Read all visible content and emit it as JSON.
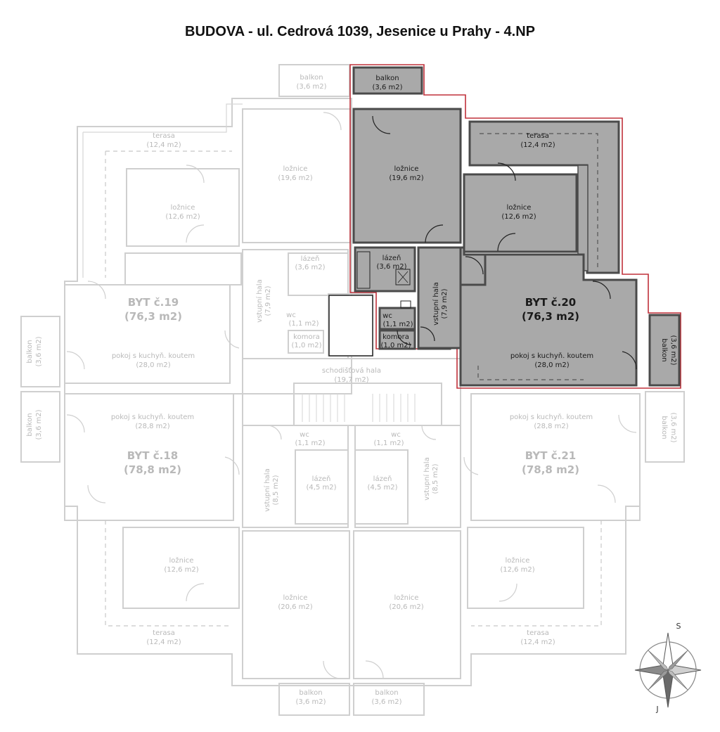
{
  "title": "BUDOVA - ul. Cedrová 1039, Jesenice u Prahy - 4.NP",
  "apartments": {
    "byt19": {
      "name": "BYT č.19",
      "area": "(76,3 m2)"
    },
    "byt20": {
      "name": "BYT č.20",
      "area": "(76,3 m2)"
    },
    "byt18": {
      "name": "BYT č.18",
      "area": "(78,8 m2)"
    },
    "byt21": {
      "name": "BYT č.21",
      "area": "(78,8 m2)"
    }
  },
  "rooms": {
    "balkon_top_left": {
      "name": "balkon",
      "area": "(3,6 m2)"
    },
    "balkon_top_right": {
      "name": "balkon",
      "area": "(3,6 m2)"
    },
    "terasa_nw": {
      "name": "terasa",
      "area": "(12,4 m2)"
    },
    "terasa_ne": {
      "name": "terasa",
      "area": "(12,4 m2)"
    },
    "loznice_nw_big": {
      "name": "ložnice",
      "area": "(19,6 m2)"
    },
    "loznice_ne_big": {
      "name": "ložnice",
      "area": "(19,6 m2)"
    },
    "loznice_nw_small": {
      "name": "ložnice",
      "area": "(12,6 m2)"
    },
    "loznice_ne_small": {
      "name": "ložnice",
      "area": "(12,6 m2)"
    },
    "lazen_19": {
      "name": "lázeň",
      "area": "(3,6 m2)"
    },
    "lazen_20": {
      "name": "lázeň",
      "area": "(3,6 m2)"
    },
    "hala_19": {
      "name": "vstupní hala",
      "area": "(7,9 m2)"
    },
    "hala_20": {
      "name": "vstupní hala",
      "area": "(7,9 m2)"
    },
    "wc_19": {
      "name": "wc",
      "area": "(1,1 m2)"
    },
    "wc_20": {
      "name": "wc",
      "area": "(1,1 m2)"
    },
    "komora_19": {
      "name": "komora",
      "area": "(1,0 m2)"
    },
    "komora_20": {
      "name": "komora",
      "area": "(1,0 m2)"
    },
    "pokoj_19": {
      "name": "pokoj s kuchyň. koutem",
      "area": "(28,0 m2)"
    },
    "pokoj_20": {
      "name": "pokoj s kuchyň. koutem",
      "area": "(28,0 m2)"
    },
    "balkon_w_upper": {
      "name": "balkon",
      "area": "(3,6 m2)"
    },
    "balkon_e_upper": {
      "name": "balkon",
      "area": "(3,6 m2)"
    },
    "schodistova": {
      "name": "schodišťová hala",
      "area": "(19,7 m2)"
    },
    "pokoj_18": {
      "name": "pokoj s kuchyň. koutem",
      "area": "(28,8 m2)"
    },
    "pokoj_21": {
      "name": "pokoj s kuchyň. koutem",
      "area": "(28,8 m2)"
    },
    "balkon_w_lower": {
      "name": "balkon",
      "area": "(3,6 m2)"
    },
    "balkon_e_lower": {
      "name": "balkon",
      "area": "(3,6 m2)"
    },
    "wc_18": {
      "name": "wc",
      "area": "(1,1 m2)"
    },
    "wc_21": {
      "name": "wc",
      "area": "(1,1 m2)"
    },
    "hala_18": {
      "name": "vstupní hala",
      "area": "(8,5 m2)"
    },
    "hala_21": {
      "name": "vstupní hala",
      "area": "(8,5 m2)"
    },
    "lazen_18": {
      "name": "lázeň",
      "area": "(4,5 m2)"
    },
    "lazen_21": {
      "name": "lázeň",
      "area": "(4,5 m2)"
    },
    "loznice_sw_small": {
      "name": "ložnice",
      "area": "(12,6 m2)"
    },
    "loznice_se_small": {
      "name": "ložnice",
      "area": "(12,6 m2)"
    },
    "loznice_sw_big": {
      "name": "ložnice",
      "area": "(20,6 m2)"
    },
    "loznice_se_big": {
      "name": "ložnice",
      "area": "(20,6 m2)"
    },
    "terasa_sw": {
      "name": "terasa",
      "area": "(12,4 m2)"
    },
    "terasa_se": {
      "name": "terasa",
      "area": "(12,4 m2)"
    },
    "balkon_bottom_left": {
      "name": "balkon",
      "area": "(3,6 m2)"
    },
    "balkon_bottom_right": {
      "name": "balkon",
      "area": "(3,6 m2)"
    }
  },
  "compass": {
    "north": "S",
    "south": "J"
  },
  "colors": {
    "highlight_fill": "#a9a9a9",
    "outline_red": "#c0303a",
    "faint": "#b9b9b9"
  }
}
